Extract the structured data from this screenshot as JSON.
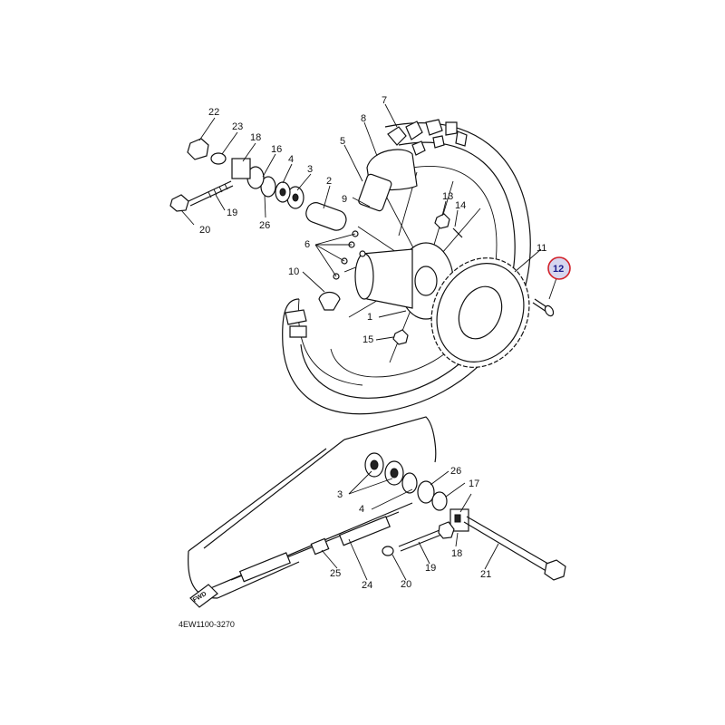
{
  "diagram_code": "4EW1100-3270",
  "fwd_label": "FWD",
  "highlighted_part": "12",
  "parts": {
    "p1": "1",
    "p2": "2",
    "p3": "3",
    "p3b": "3",
    "p4": "4",
    "p4b": "4",
    "p5": "5",
    "p6": "6",
    "p7": "7",
    "p8": "8",
    "p9": "9",
    "p10": "10",
    "p11": "11",
    "p13": "13",
    "p14": "14",
    "p15": "15",
    "p16": "16",
    "p17": "17",
    "p18": "18",
    "p18b": "18",
    "p19": "19",
    "p19b": "19",
    "p20": "20",
    "p20b": "20",
    "p21": "21",
    "p22": "22",
    "p23": "23",
    "p24": "24",
    "p25": "25",
    "p26": "26",
    "p26b": "26"
  },
  "colors": {
    "highlight_fill": "#d6d6ef",
    "highlight_stroke": "#d2222a",
    "highlight_text": "#1a1a8c"
  }
}
